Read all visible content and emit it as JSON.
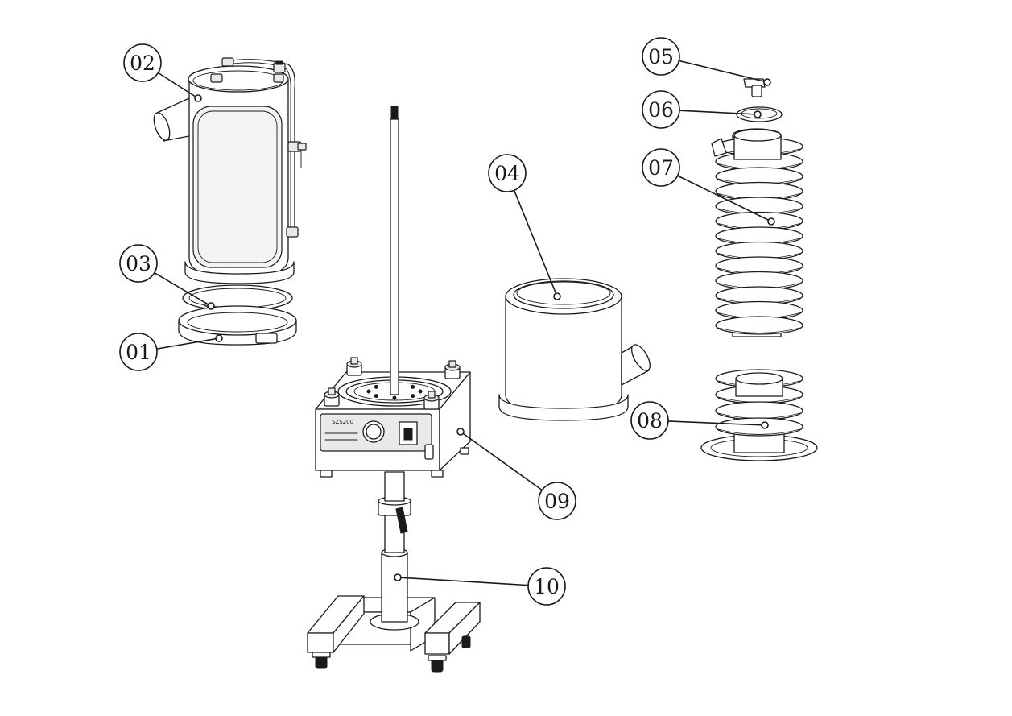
{
  "callouts": [
    {
      "id": "c01",
      "label": "01"
    },
    {
      "id": "c02",
      "label": "02"
    },
    {
      "id": "c03",
      "label": "03"
    },
    {
      "id": "c04",
      "label": "04"
    },
    {
      "id": "c05",
      "label": "05"
    },
    {
      "id": "c06",
      "label": "06"
    },
    {
      "id": "c07",
      "label": "07"
    },
    {
      "id": "c08",
      "label": "08"
    },
    {
      "id": "c09",
      "label": "09"
    },
    {
      "id": "c10",
      "label": "10"
    }
  ],
  "panel": {
    "model": "SZS200"
  }
}
